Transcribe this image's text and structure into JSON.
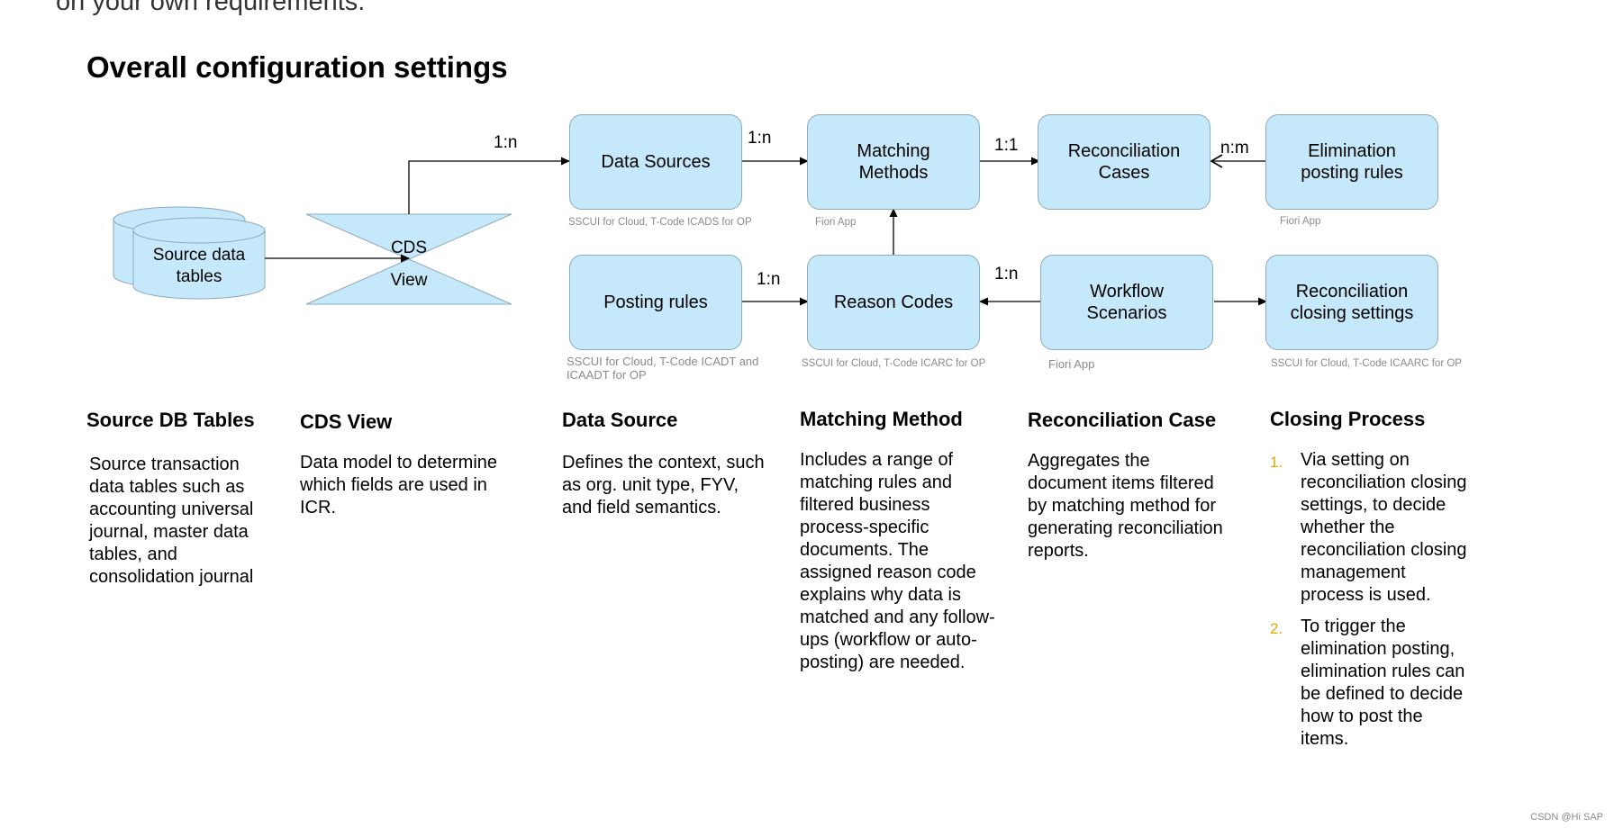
{
  "page": {
    "top_text": "on your own requirements.",
    "title": "Overall configuration settings",
    "watermark": "CSDN @Hi SAP"
  },
  "diagram": {
    "source_tables": {
      "label": "Source data\ntables"
    },
    "cds_view": {
      "label": "CDS\nView"
    },
    "boxes": {
      "data_sources": "Data Sources",
      "matching_methods": "Matching\nMethods",
      "reconciliation_cases": "Reconciliation\nCases",
      "elimination_rules": "Elimination\nposting  rules",
      "posting_rules": "Posting rules",
      "reason_codes": "Reason Codes",
      "workflow_scenarios": "Workflow\nScenarios",
      "closing_settings": "Reconciliation\nclosing settings"
    },
    "captions": {
      "data_sources": "SSCUI for Cloud, T-Code ICADS for OP",
      "matching_methods": "Fiori App",
      "elimination_rules": "Fiori App",
      "posting_rules": "SSCUI for Cloud, T-Code ICADT and\nICAADT for OP",
      "reason_codes": "SSCUI for Cloud, T-Code ICARC for OP",
      "workflow_scenarios": "Fiori App",
      "closing_settings": "SSCUI for Cloud, T-Code ICAARC for OP"
    },
    "relations": {
      "cds_to_data_sources": "1:n",
      "data_sources_to_matching": "1:n",
      "matching_to_cases": "1:1",
      "elimination_to_cases": "n:m",
      "posting_to_reason": "1:n",
      "workflow_to_reason": "1:n"
    }
  },
  "columns": [
    {
      "heading": "Source DB Tables",
      "text": "Source transaction data tables such as accounting universal journal, master data tables, and consolidation journal"
    },
    {
      "heading": "CDS View",
      "text": "Data model to determine which fields are used in ICR."
    },
    {
      "heading": "Data Source",
      "text": "Defines the context, such as org. unit type, FYV, and field semantics."
    },
    {
      "heading": "Matching Method",
      "text": "Includes a range of matching rules and filtered business process-specific documents. The assigned reason code explains why data is matched and any follow-ups (workflow or auto-posting) are needed."
    },
    {
      "heading": "Reconciliation Case",
      "text": "Aggregates the document items filtered by matching method for generating reconciliation reports."
    }
  ],
  "closing": {
    "heading": "Closing Process",
    "items": [
      {
        "num": "1.",
        "text": "Via setting on reconciliation closing settings, to decide whether the reconciliation closing management process is used."
      },
      {
        "num": "2.",
        "text": "To trigger the elimination posting, elimination rules can be defined to decide how to post the items."
      }
    ]
  }
}
